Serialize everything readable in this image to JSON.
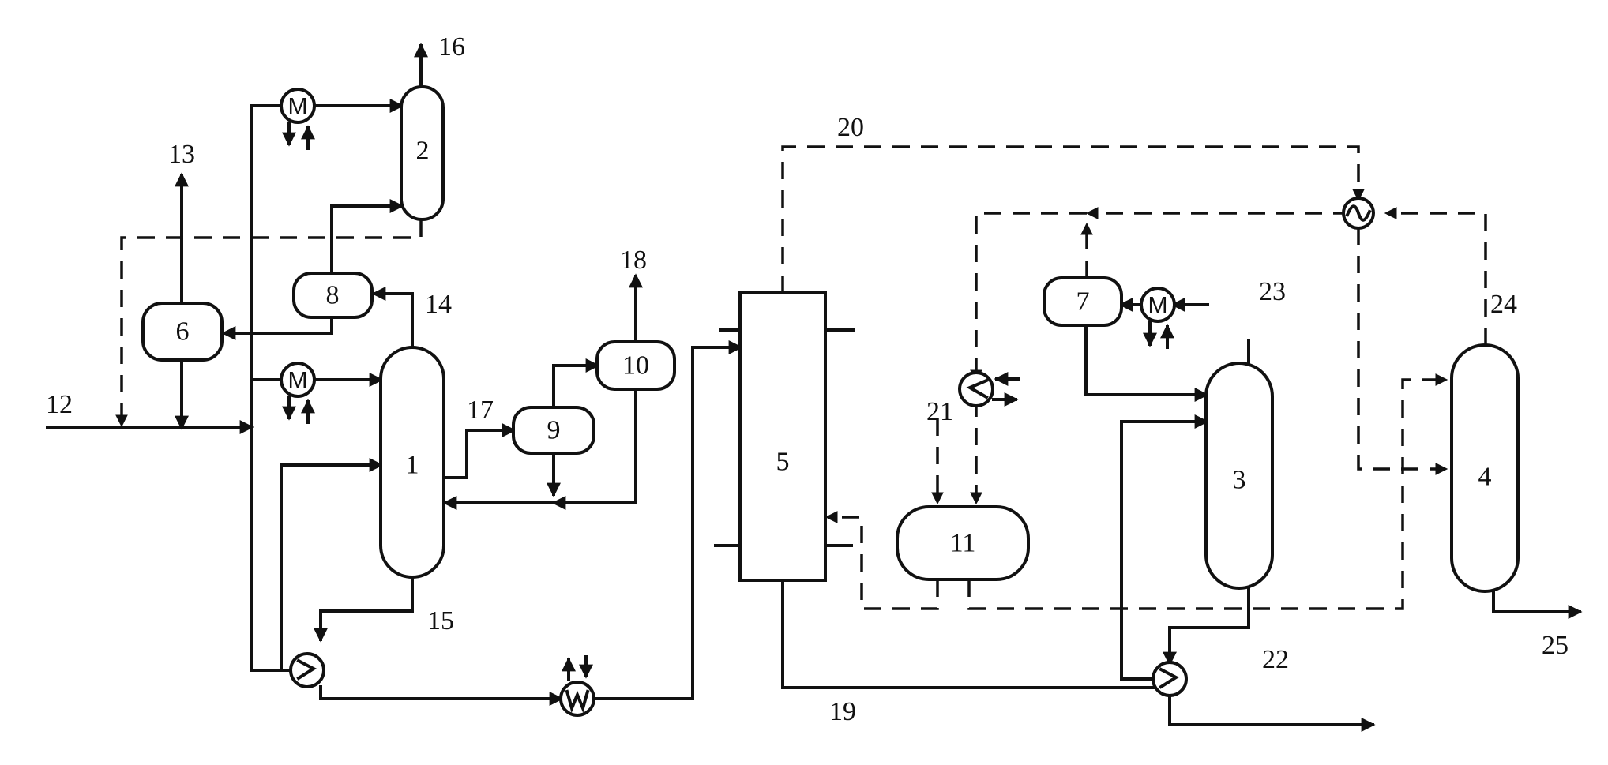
{
  "vessels": {
    "v1": "1",
    "v2": "2",
    "v3": "3",
    "v4": "4",
    "v5": "5",
    "v6": "6",
    "v7": "7",
    "v8": "8",
    "v9": "9",
    "v10": "10",
    "v11": "11"
  },
  "streams": {
    "s12": "12",
    "s13": "13",
    "s14": "14",
    "s15": "15",
    "s16": "16",
    "s17": "17",
    "s18": "18",
    "s19": "19",
    "s20": "20",
    "s21": "21",
    "s22": "22",
    "s23": "23",
    "s24": "24",
    "s25": "25"
  },
  "symbols": {
    "motor": "M"
  }
}
